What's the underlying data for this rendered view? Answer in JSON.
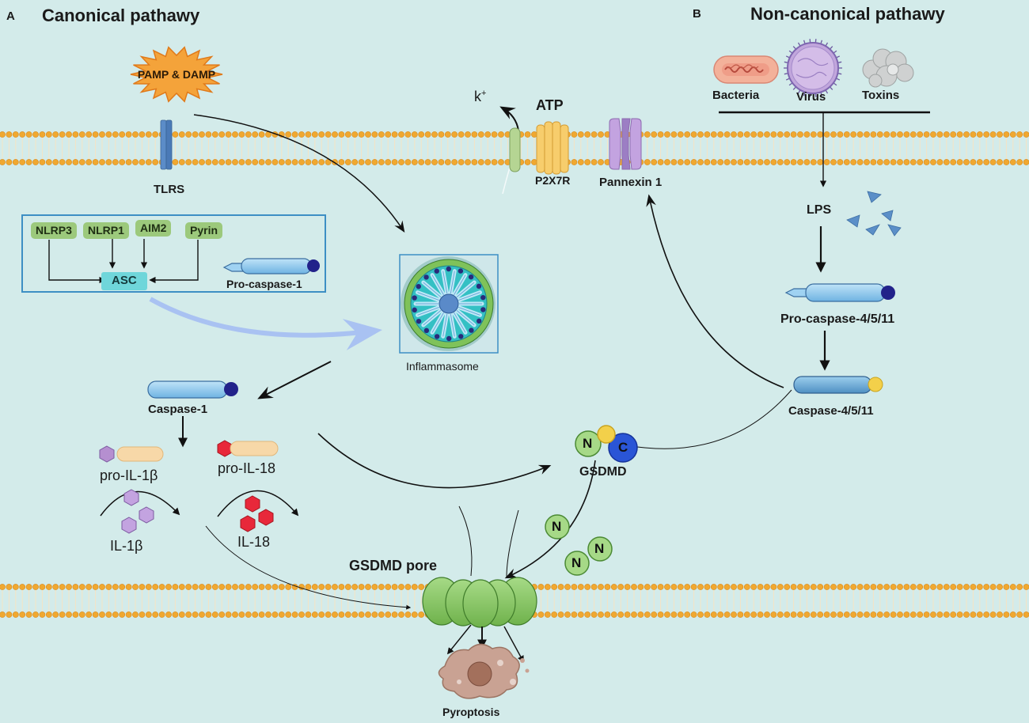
{
  "panel_a": {
    "letter": "A",
    "title": "Canonical pathawy",
    "stimulus": "PAMP & DAMP",
    "receptor": "TLRS",
    "sensors": [
      "NLRP3",
      "NLRP1",
      "AIM2",
      "Pyrin"
    ],
    "adaptor": "ASC",
    "pro_caspase": "Pro-caspase-1",
    "complex": "Inflammasome",
    "caspase": "Caspase-1",
    "pro_il1b": "pro-IL-1β",
    "pro_il18": "pro-IL-18",
    "il1b": "IL-1β",
    "il18": "IL-18"
  },
  "panel_b": {
    "letter": "B",
    "title": "Non-canonical pathawy",
    "triggers": [
      "Bacteria",
      "Virus",
      "Toxins"
    ],
    "lps": "LPS",
    "pro_caspase": "Pro-caspase-4/5/11",
    "caspase": "Caspase-4/5/11"
  },
  "membrane": {
    "ion": "k",
    "ion_sup": "+",
    "atp": "ATP",
    "p2x7r": "P2X7R",
    "pannexin": "Pannexin 1"
  },
  "gsdmd": {
    "label": "GSDMD",
    "n_domain": "N",
    "c_domain": "C",
    "pore": "GSDMD pore",
    "outcome": "Pyroptosis"
  },
  "colors": {
    "background": "#d3ebea",
    "lipid_head": "#f0a830",
    "sensor_chip": "#9cc97c",
    "adaptor": "#6fd6da",
    "caspase_body": "#8cc6ec",
    "caspase_cap": "#22228a",
    "gsdmd_n": "#9fd080",
    "gsdmd_c": "#2a55d6",
    "il1b": "#b58fd0",
    "il18": "#e8283a"
  }
}
